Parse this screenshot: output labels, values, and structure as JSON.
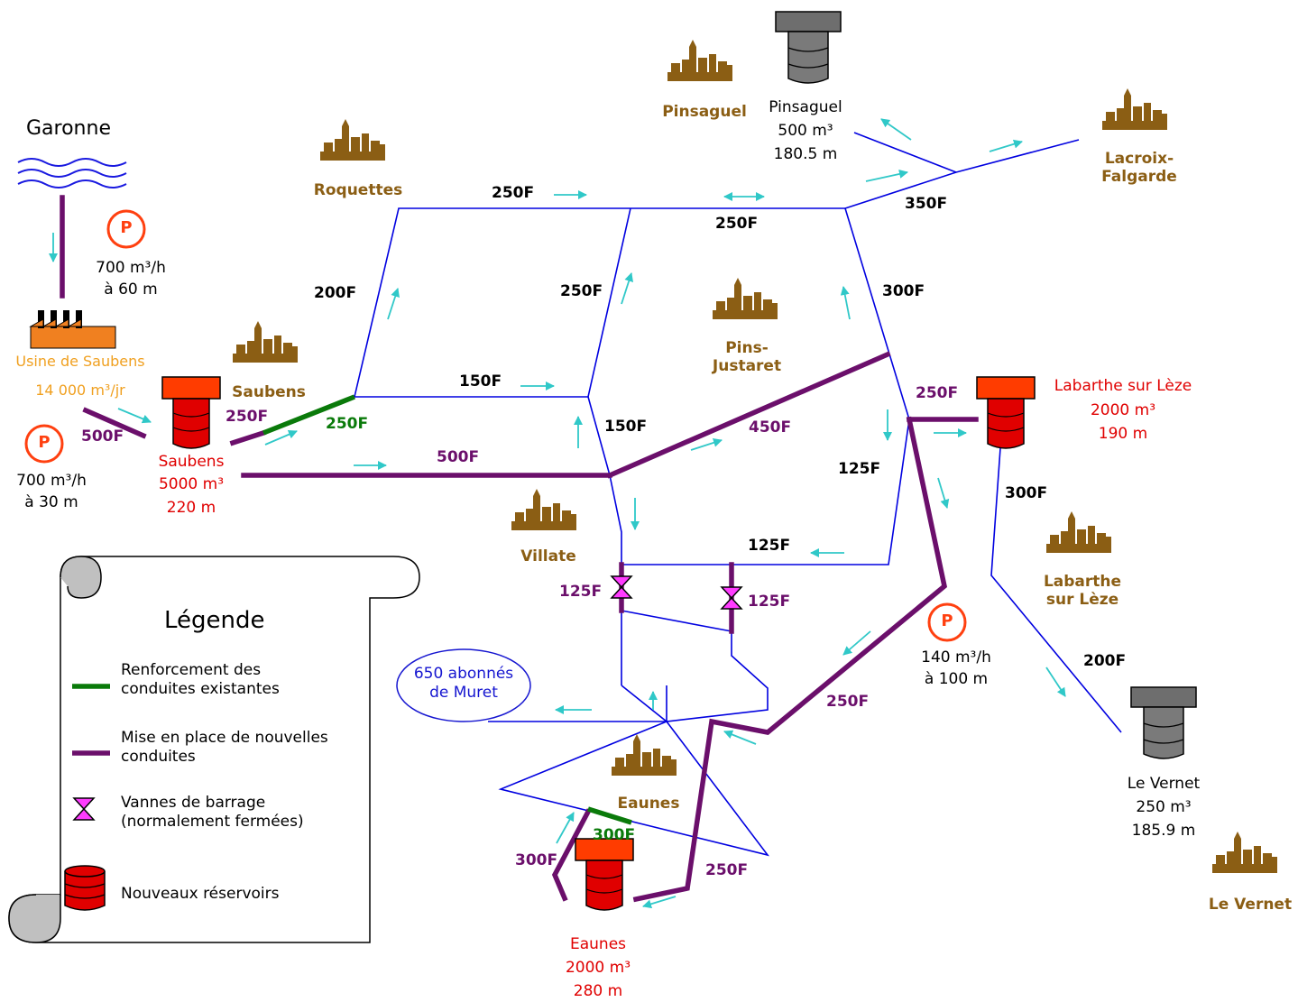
{
  "river": {
    "label": "Garonne"
  },
  "plant": {
    "name": "Usine de Saubens",
    "capacity": "14 000 m³/jr"
  },
  "pumps": [
    {
      "id": "p1",
      "symbol": "P",
      "flow": "700 m³/h",
      "head": "à 60 m"
    },
    {
      "id": "p2",
      "symbol": "P",
      "flow": "700 m³/h",
      "head": "à 30 m"
    },
    {
      "id": "p3",
      "symbol": "P",
      "flow": "140 m³/h",
      "head": "à 100 m"
    }
  ],
  "towns": {
    "roquettes": "Roquettes",
    "saubens": "Saubens",
    "pinsaguel": "Pinsaguel",
    "lacroix": "Lacroix-\nFalgarde",
    "pins_justaret": "Pins-\nJustaret",
    "villate": "Villate",
    "labarthe": "Labarthe\nsur Lèze",
    "eaunes": "Eaunes",
    "le_vernet": "Le Vernet"
  },
  "reservoirs": {
    "saubens": {
      "name": "Saubens",
      "volume": "5000 m³",
      "altitude": "220 m"
    },
    "labarthe": {
      "name": "Labarthe sur Lèze",
      "volume": "2000 m³",
      "altitude": "190 m"
    },
    "eaunes": {
      "name": "Eaunes",
      "volume": "2000 m³",
      "altitude": "280 m"
    },
    "pinsaguel": {
      "name": "Pinsaguel",
      "volume": "500 m³",
      "altitude": "180.5 m"
    },
    "le_vernet": {
      "name": "Le Vernet",
      "volume": "250 m³",
      "altitude": "185.9 m"
    }
  },
  "pipes": {
    "p_500f_left": "500F",
    "p_250f_saubens": "250F",
    "p_250f_green": "250F",
    "p_500f_main": "500F",
    "p_200f_roq": "200F",
    "p_250f_top": "250F",
    "p_250f_top2": "250F",
    "p_350f": "350F",
    "p_250f_mid": "250F",
    "p_300f_right": "300F",
    "p_150f_a": "150F",
    "p_150f_b": "150F",
    "p_450f": "450F",
    "p_250f_lab": "250F",
    "p_125f_right": "125F",
    "p_125f_mid": "125F",
    "p_125f_v1": "125F",
    "p_125f_v2": "125F",
    "p_300f_lab": "300F",
    "p_200f_vernet": "200F",
    "p_250f_down": "250F",
    "p_250f_eaunes": "250F",
    "p_300f_eaunes_green": "300F",
    "p_300f_eaunes": "300F"
  },
  "muret": {
    "label": "650 abonnés\nde Muret"
  },
  "legend": {
    "title": "Légende",
    "items": [
      {
        "key": "green",
        "label": "Renforcement des\nconduites existantes"
      },
      {
        "key": "purple",
        "label": "Mise en place de nouvelles\nconduites"
      },
      {
        "key": "valve",
        "label": "Vannes de barrage\n(normalement fermées)"
      },
      {
        "key": "reservoir",
        "label": "Nouveaux réservoirs"
      }
    ]
  },
  "colors": {
    "existing_pipe": "#0000E0",
    "new_pipe": "#6B0F6B",
    "reinforced_pipe": "#0A7A0A",
    "flow_arrow": "#30C8C8",
    "new_reservoir": "#E00000",
    "old_reservoir": "#6E6E6E",
    "town_icon": "#8B5E14",
    "valve": "#FF3CFF",
    "pump": "#FF4010"
  }
}
